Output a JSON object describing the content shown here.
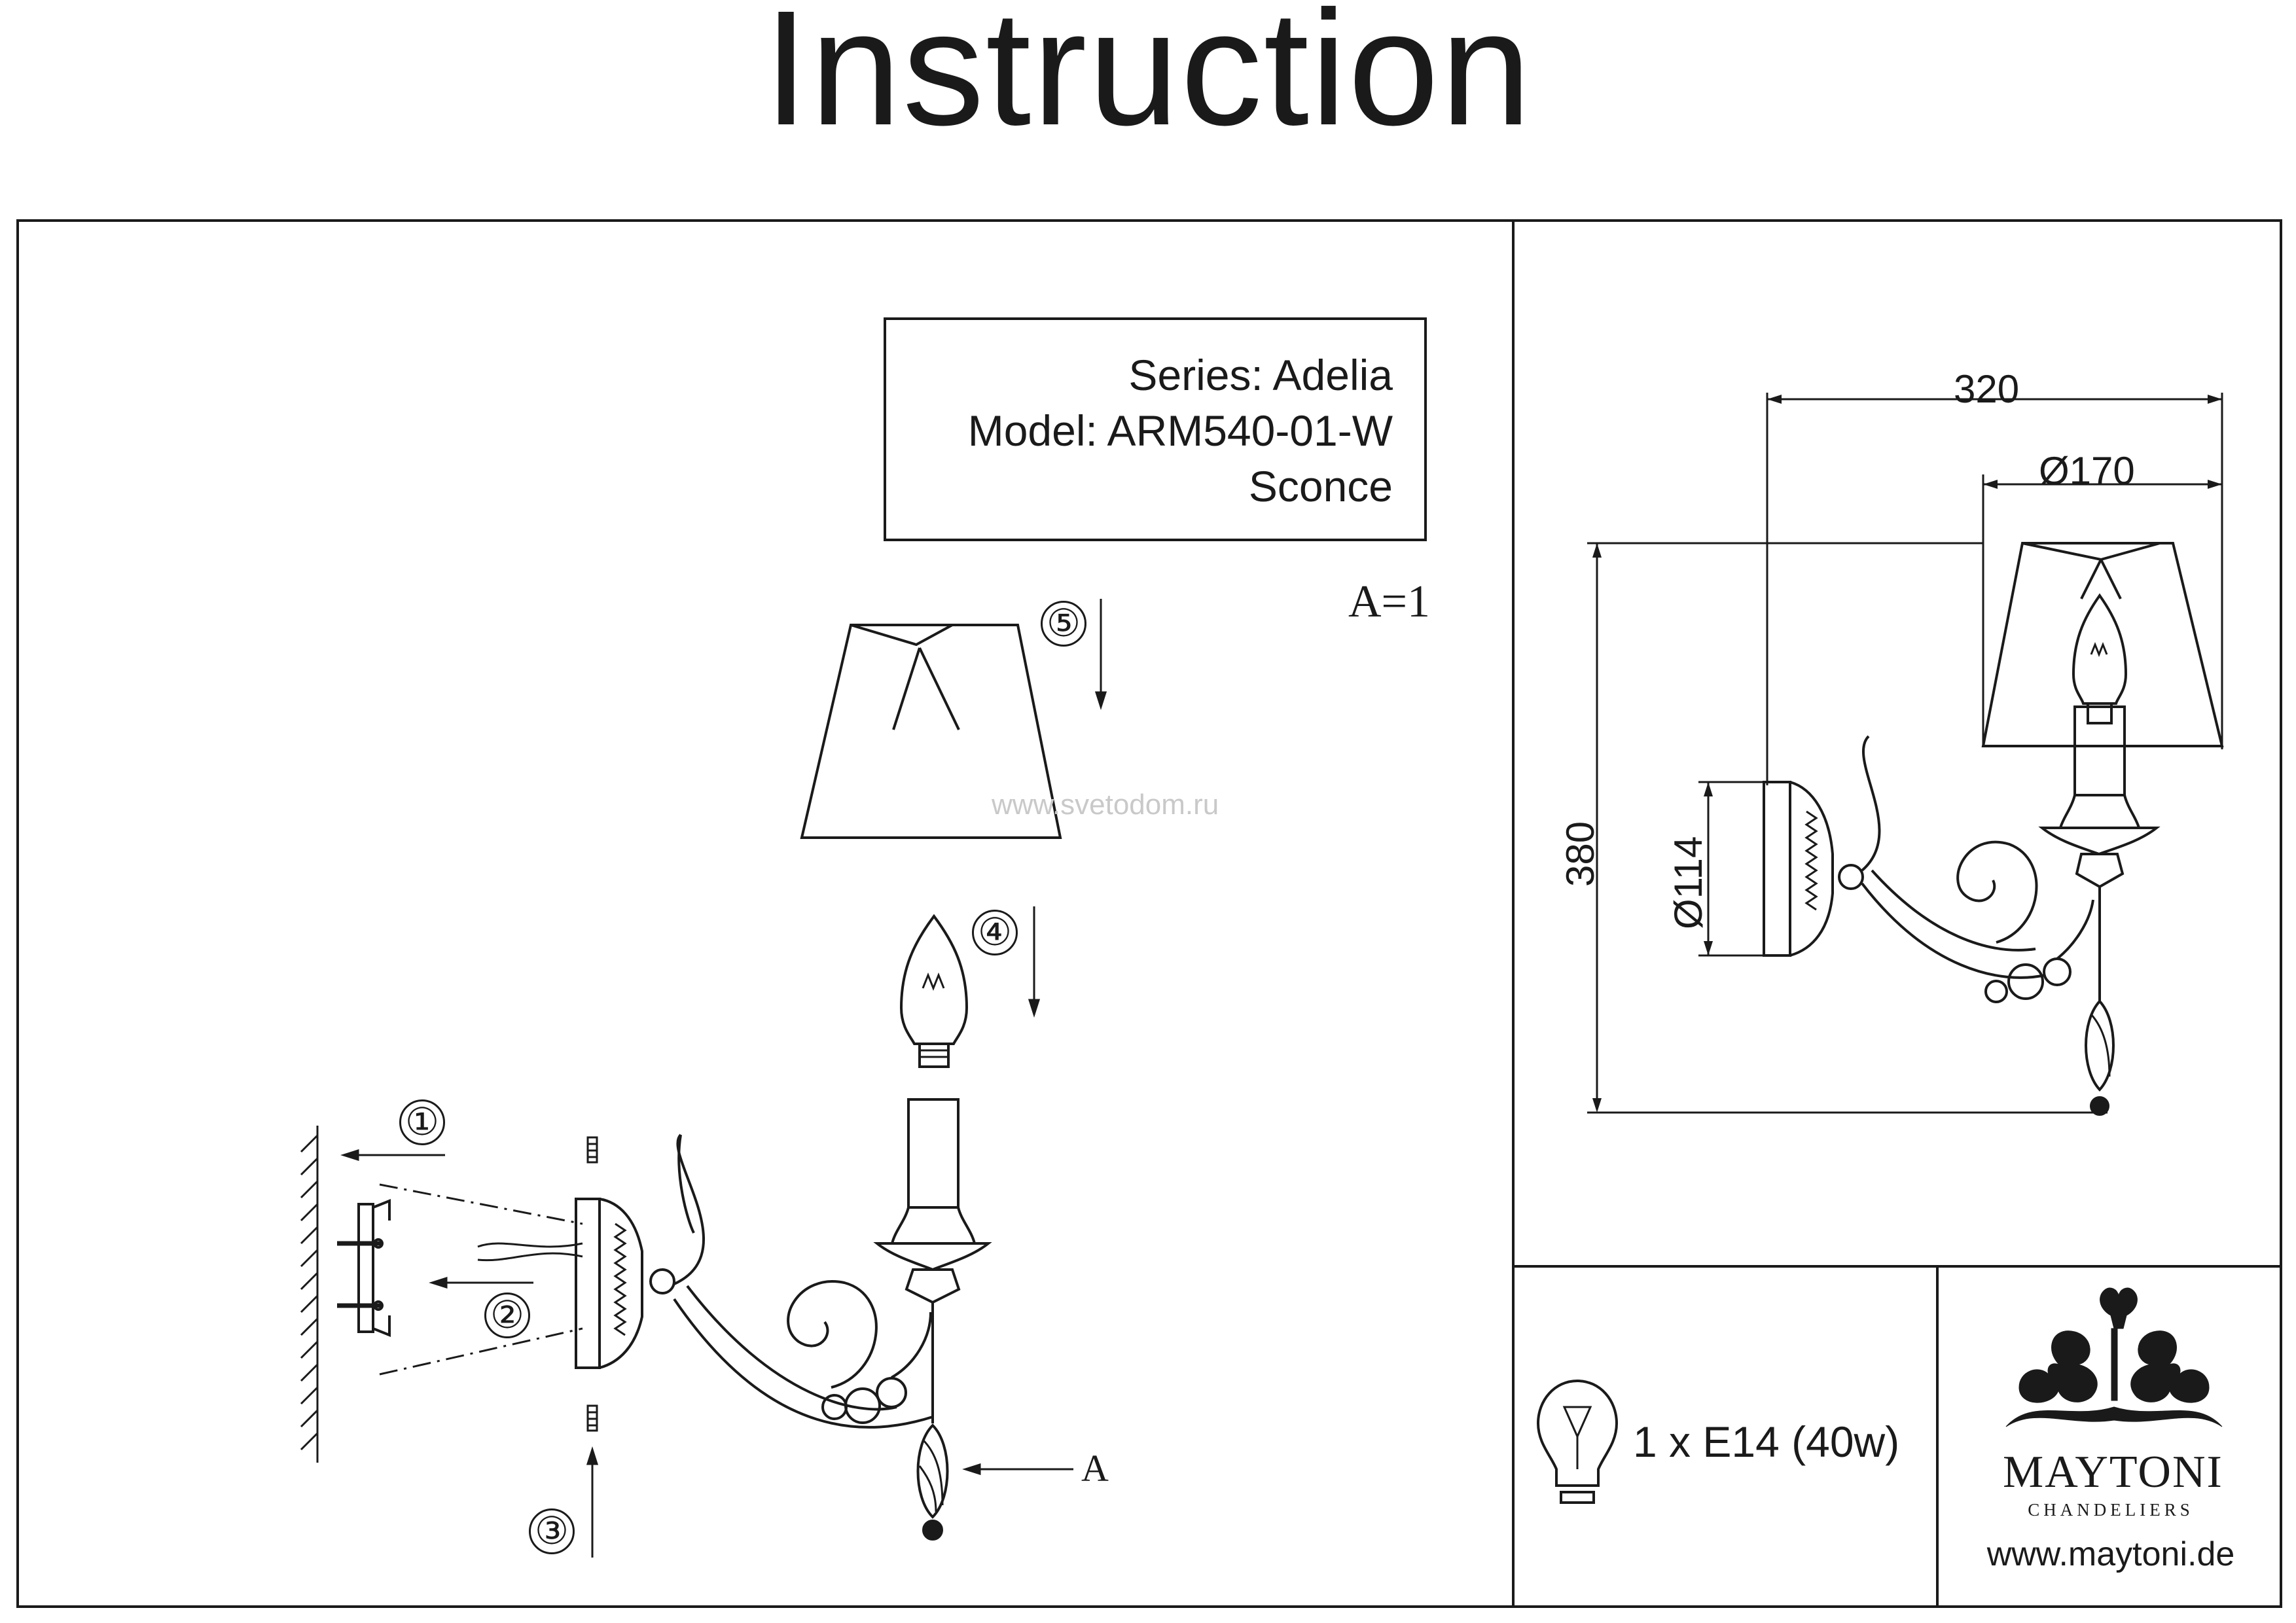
{
  "header": {
    "title": "Instruction"
  },
  "product": {
    "series": "Series: Adelia",
    "model": "Model: ARM540-01-W",
    "type": "Sconce"
  },
  "assembly": {
    "scale_note": "A=1",
    "detail_label": "A",
    "steps": [
      "①",
      "②",
      "③",
      "④",
      "⑤"
    ]
  },
  "dimensions": {
    "width": "320",
    "shade_diameter": "Ø170",
    "height": "380",
    "base_diameter": "Ø114"
  },
  "bulb": {
    "icon": "bulb-icon",
    "spec": "1 x E14 (40w)"
  },
  "brand": {
    "name": "MAYTONI",
    "subtitle": "CHANDELIERS",
    "website": "www.maytoni.de",
    "logo": "maytoni-ornament-logo"
  },
  "watermark": "www.svetodom.ru"
}
